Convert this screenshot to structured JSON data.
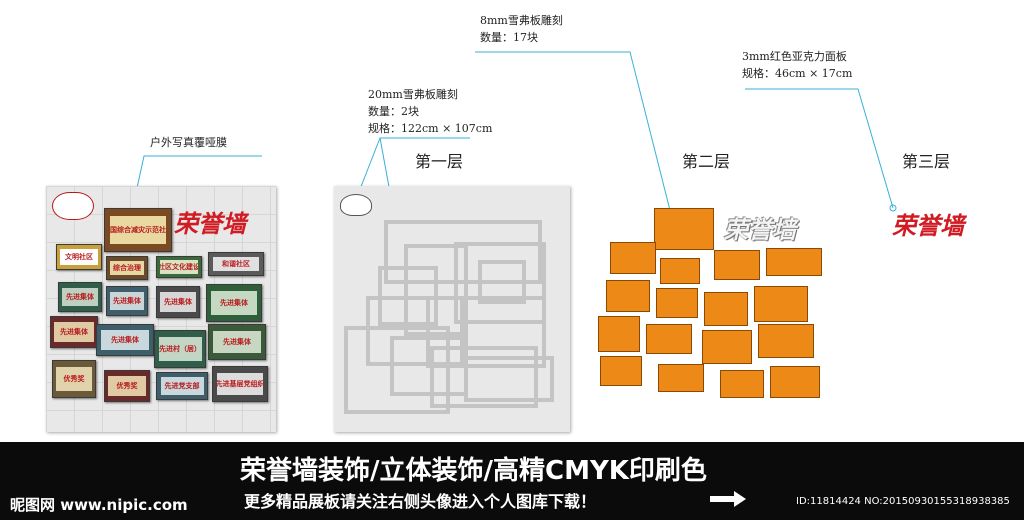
{
  "annotations": {
    "outdoor_film": "户外写真覆哑膜",
    "board20": {
      "line1": "20mm雪弗板雕刻",
      "line2": "数量：2块",
      "line3": "规格：122cm × 107cm"
    },
    "board8": {
      "line1": "8mm雪弗板雕刻",
      "line2": "数量：17块"
    },
    "acrylic3": {
      "line1": "3mm红色亚克力面板",
      "line2": "规格：46cm × 17cm"
    }
  },
  "layers": {
    "first": "第一层",
    "second": "第二层",
    "third": "第三层"
  },
  "honor_wall_text": "荣誉墙",
  "plaques": {
    "p1": "全国综合减灾示范社区",
    "p2": "文明社区",
    "p3": "综合治理",
    "p4": "社区文化建设",
    "p5": "和谐社区",
    "p6": "先进集体",
    "p7": "先进集体",
    "p8": "先进集体",
    "p9": "先进集体",
    "p10": "先进集体",
    "p11": "先进村（居）",
    "p12": "先进集体",
    "p13": "优秀奖",
    "p14": "先进党支部",
    "p15": "先进基层党组织"
  },
  "footer": {
    "title": "荣誉墙装饰/立体装饰/高精CMYK印刷色",
    "subtitle": "更多精品展板请关注右侧头像进入个人图库下载！",
    "site": "昵图网 www.nipic.com",
    "id": "ID:11814424 NO:20150930155318938385"
  },
  "colors": {
    "orange": "#ed8a17",
    "red": "#d11b23",
    "line": "#3ab0d8",
    "panel": "#e8e8e8",
    "footer_bg": "#0b0b0b"
  }
}
